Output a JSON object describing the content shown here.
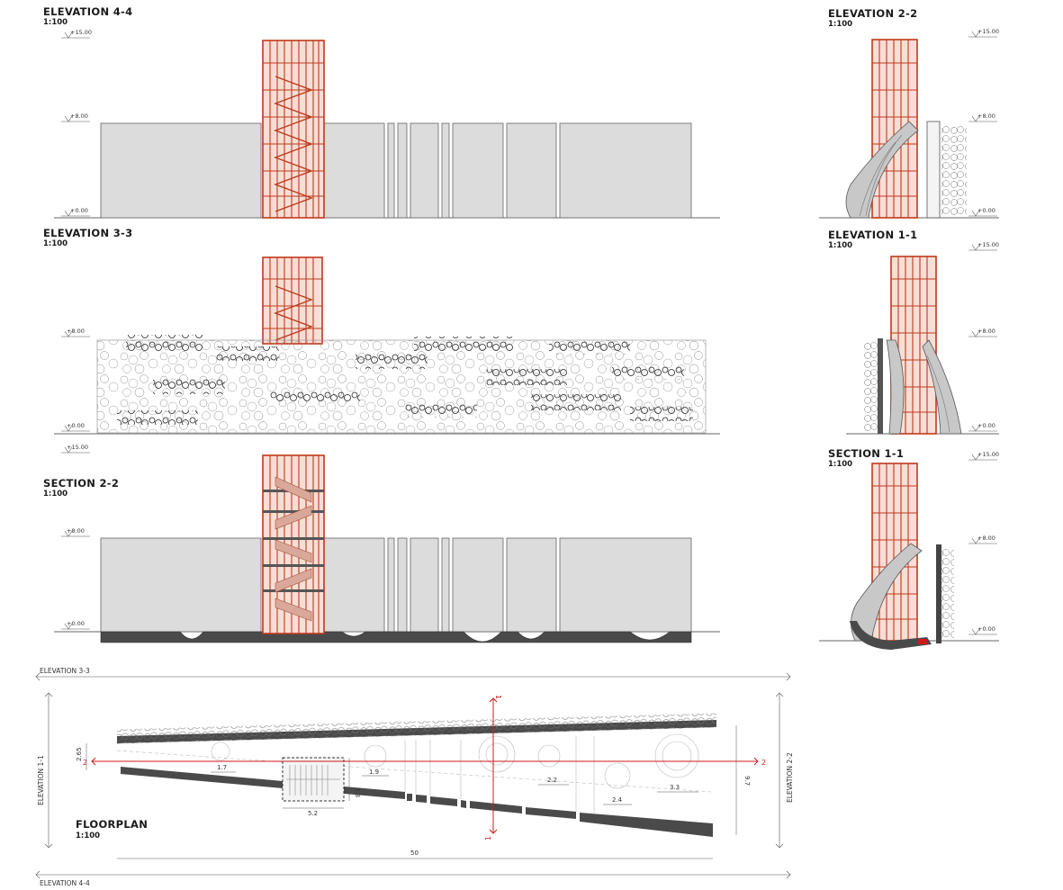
{
  "drawings": {
    "elev44": {
      "title": "ELEVATION 4-4",
      "scale": "1:100",
      "levels": [
        "+15.00",
        "+8.00",
        "+0.00"
      ]
    },
    "elev33": {
      "title": "ELEVATION 3-3",
      "scale": "1:100",
      "levels": [
        "+8.00",
        "+0.00"
      ]
    },
    "sect22": {
      "title": "SECTION 2-2",
      "scale": "1:100",
      "levels": [
        "+15.00",
        "+8.00",
        "+0.00"
      ]
    },
    "elev22": {
      "title": "ELEVATION 2-2",
      "scale": "1:100",
      "levels": [
        "+15.00",
        "+8.00",
        "+0.00"
      ]
    },
    "elev11": {
      "title": "ELEVATION 1-1",
      "scale": "1:100",
      "levels": [
        "+15.00",
        "+8.00",
        "+0.00"
      ]
    },
    "sect11": {
      "title": "SECTION 1-1",
      "scale": "1:100",
      "levels": [
        "+15.00",
        "+8.00",
        "+0.00"
      ]
    }
  },
  "floorplan": {
    "title": "FLOORPLAN",
    "scale": "1:100",
    "elevation_labels": {
      "top": "ELEVATION 3-3",
      "bottom": "ELEVATION 4-4",
      "left": "ELEVATION 1-1",
      "right": "ELEVATION 2-2"
    },
    "section_marks": {
      "horizontal": "2",
      "vertical": "1"
    },
    "dimensions": {
      "left_width": "2.65",
      "d1": "1.7",
      "d2": "1.9",
      "d3": "2.2",
      "d4": "2.4",
      "d5": "3.3",
      "stair_depth": "3.8",
      "stair_width": "5.2",
      "right_depth": "9.7",
      "total_length": "50"
    }
  },
  "colors": {
    "tower_red": "#bf3a1c",
    "tower_fill": "#f7ded6",
    "wall_gray": "#dcdcdc",
    "ground_dark": "#4a4a4a",
    "section_red": "#d01a1a"
  }
}
